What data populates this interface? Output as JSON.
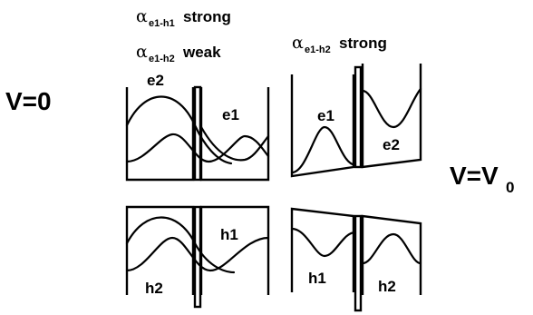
{
  "voltage": {
    "zero_label": "V=0",
    "v0_prefix": "V=V",
    "v0_subscript": "0"
  },
  "coupling": {
    "e1_h1": {
      "alpha": "α",
      "subscript": "e1-h1",
      "strength": "strong"
    },
    "e1_h2_left": {
      "alpha": "α",
      "subscript": "e1-h2",
      "strength": "weak"
    },
    "e1_h2_right": {
      "alpha": "α",
      "subscript": "e1-h2",
      "strength": "strong"
    }
  },
  "wells": {
    "left_conduction": {
      "left_label": "e2",
      "right_label": "e1"
    },
    "left_valence": {
      "left_label": "h2",
      "right_label": "h1"
    },
    "right_conduction": {
      "left_label": "e1",
      "right_label": "e2"
    },
    "right_valence": {
      "left_label": "h1",
      "right_label": "h2"
    }
  }
}
